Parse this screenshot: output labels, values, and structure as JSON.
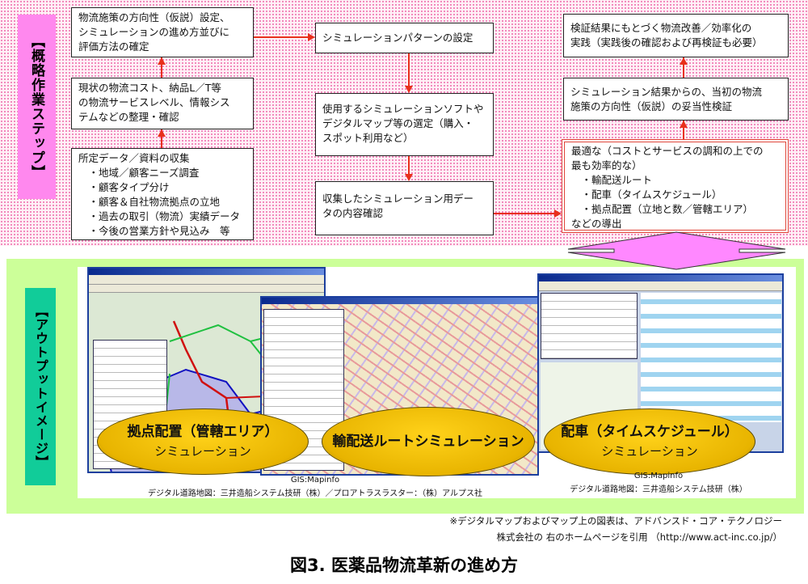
{
  "steps_label": "【概略作業ステップ】",
  "output_label": "【アウトプットイメージ】",
  "steps": {
    "a": "物流施策の方向性（仮説）設定、\nシミュレーションの進め方並びに\n評価方法の確定",
    "b": "現状の物流コスト、納品L／T等\nの物流サービスレベル、情報シス\nテムなどの整理・確認",
    "c": "所定データ／資料の収集\n　・地域／顧客ニーズ調査\n　・顧客タイプ分け\n　・顧客＆自社物流拠点の立地\n　・過去の取引（物流）実績データ\n　・今後の営業方針や見込み　等",
    "d": "シミュレーションパターンの設定",
    "e": "使用するシミュレーションソフトや\nデジタルマップ等の選定（購入・\nスポット利用など）",
    "f": "収集したシミュレーション用デー\nタの内容確認",
    "g": "検証結果にもとづく物流改善／効率化の\n実践（実践後の確認および再検証も必要）",
    "h": "シミュレーション結果からの、当初の物流\n施策の方向性（仮説）の妥当性検証",
    "i": "最適な（コストとサービスの調和の上での\n最も効率的な）\n　・輸配送ルート\n　・配車（タイムスケジュール）\n　・拠点配置（立地と数／管轄エリア）\nなどの導出"
  },
  "outputs": [
    {
      "line1": "拠点配置（管轄エリア）",
      "line2": "シミュレーション"
    },
    {
      "line1": "輸配送ルートシミュレーション",
      "line2": ""
    },
    {
      "line1": "配車（タイムスケジュール）",
      "line2": "シミュレーション"
    }
  ],
  "credits": {
    "left1": "GIS:Mapinfo",
    "left2": "デジタル道路地図：三井造船システム技研（株）／プロアトラスラスター：（株）アルプス社",
    "right1": "GIS:Mapinfo",
    "right2": "デジタル道路地図：三井造船システム技研（株）"
  },
  "note1": "※デジタルマップおよびマップ上の図表は、アドバンスド・コア・テクノロジー",
  "note2": "株式会社の 右のホームページを引用 （http://www.act-inc.co.jp/）",
  "title": "図3. 医薬品物流革新の進め方",
  "colors": {
    "arrow": "#e8301c",
    "steps_label": "#ff88ee",
    "output_label": "#11cc99",
    "ellipse": "#f0c000",
    "output_bg": "#ccff99"
  }
}
